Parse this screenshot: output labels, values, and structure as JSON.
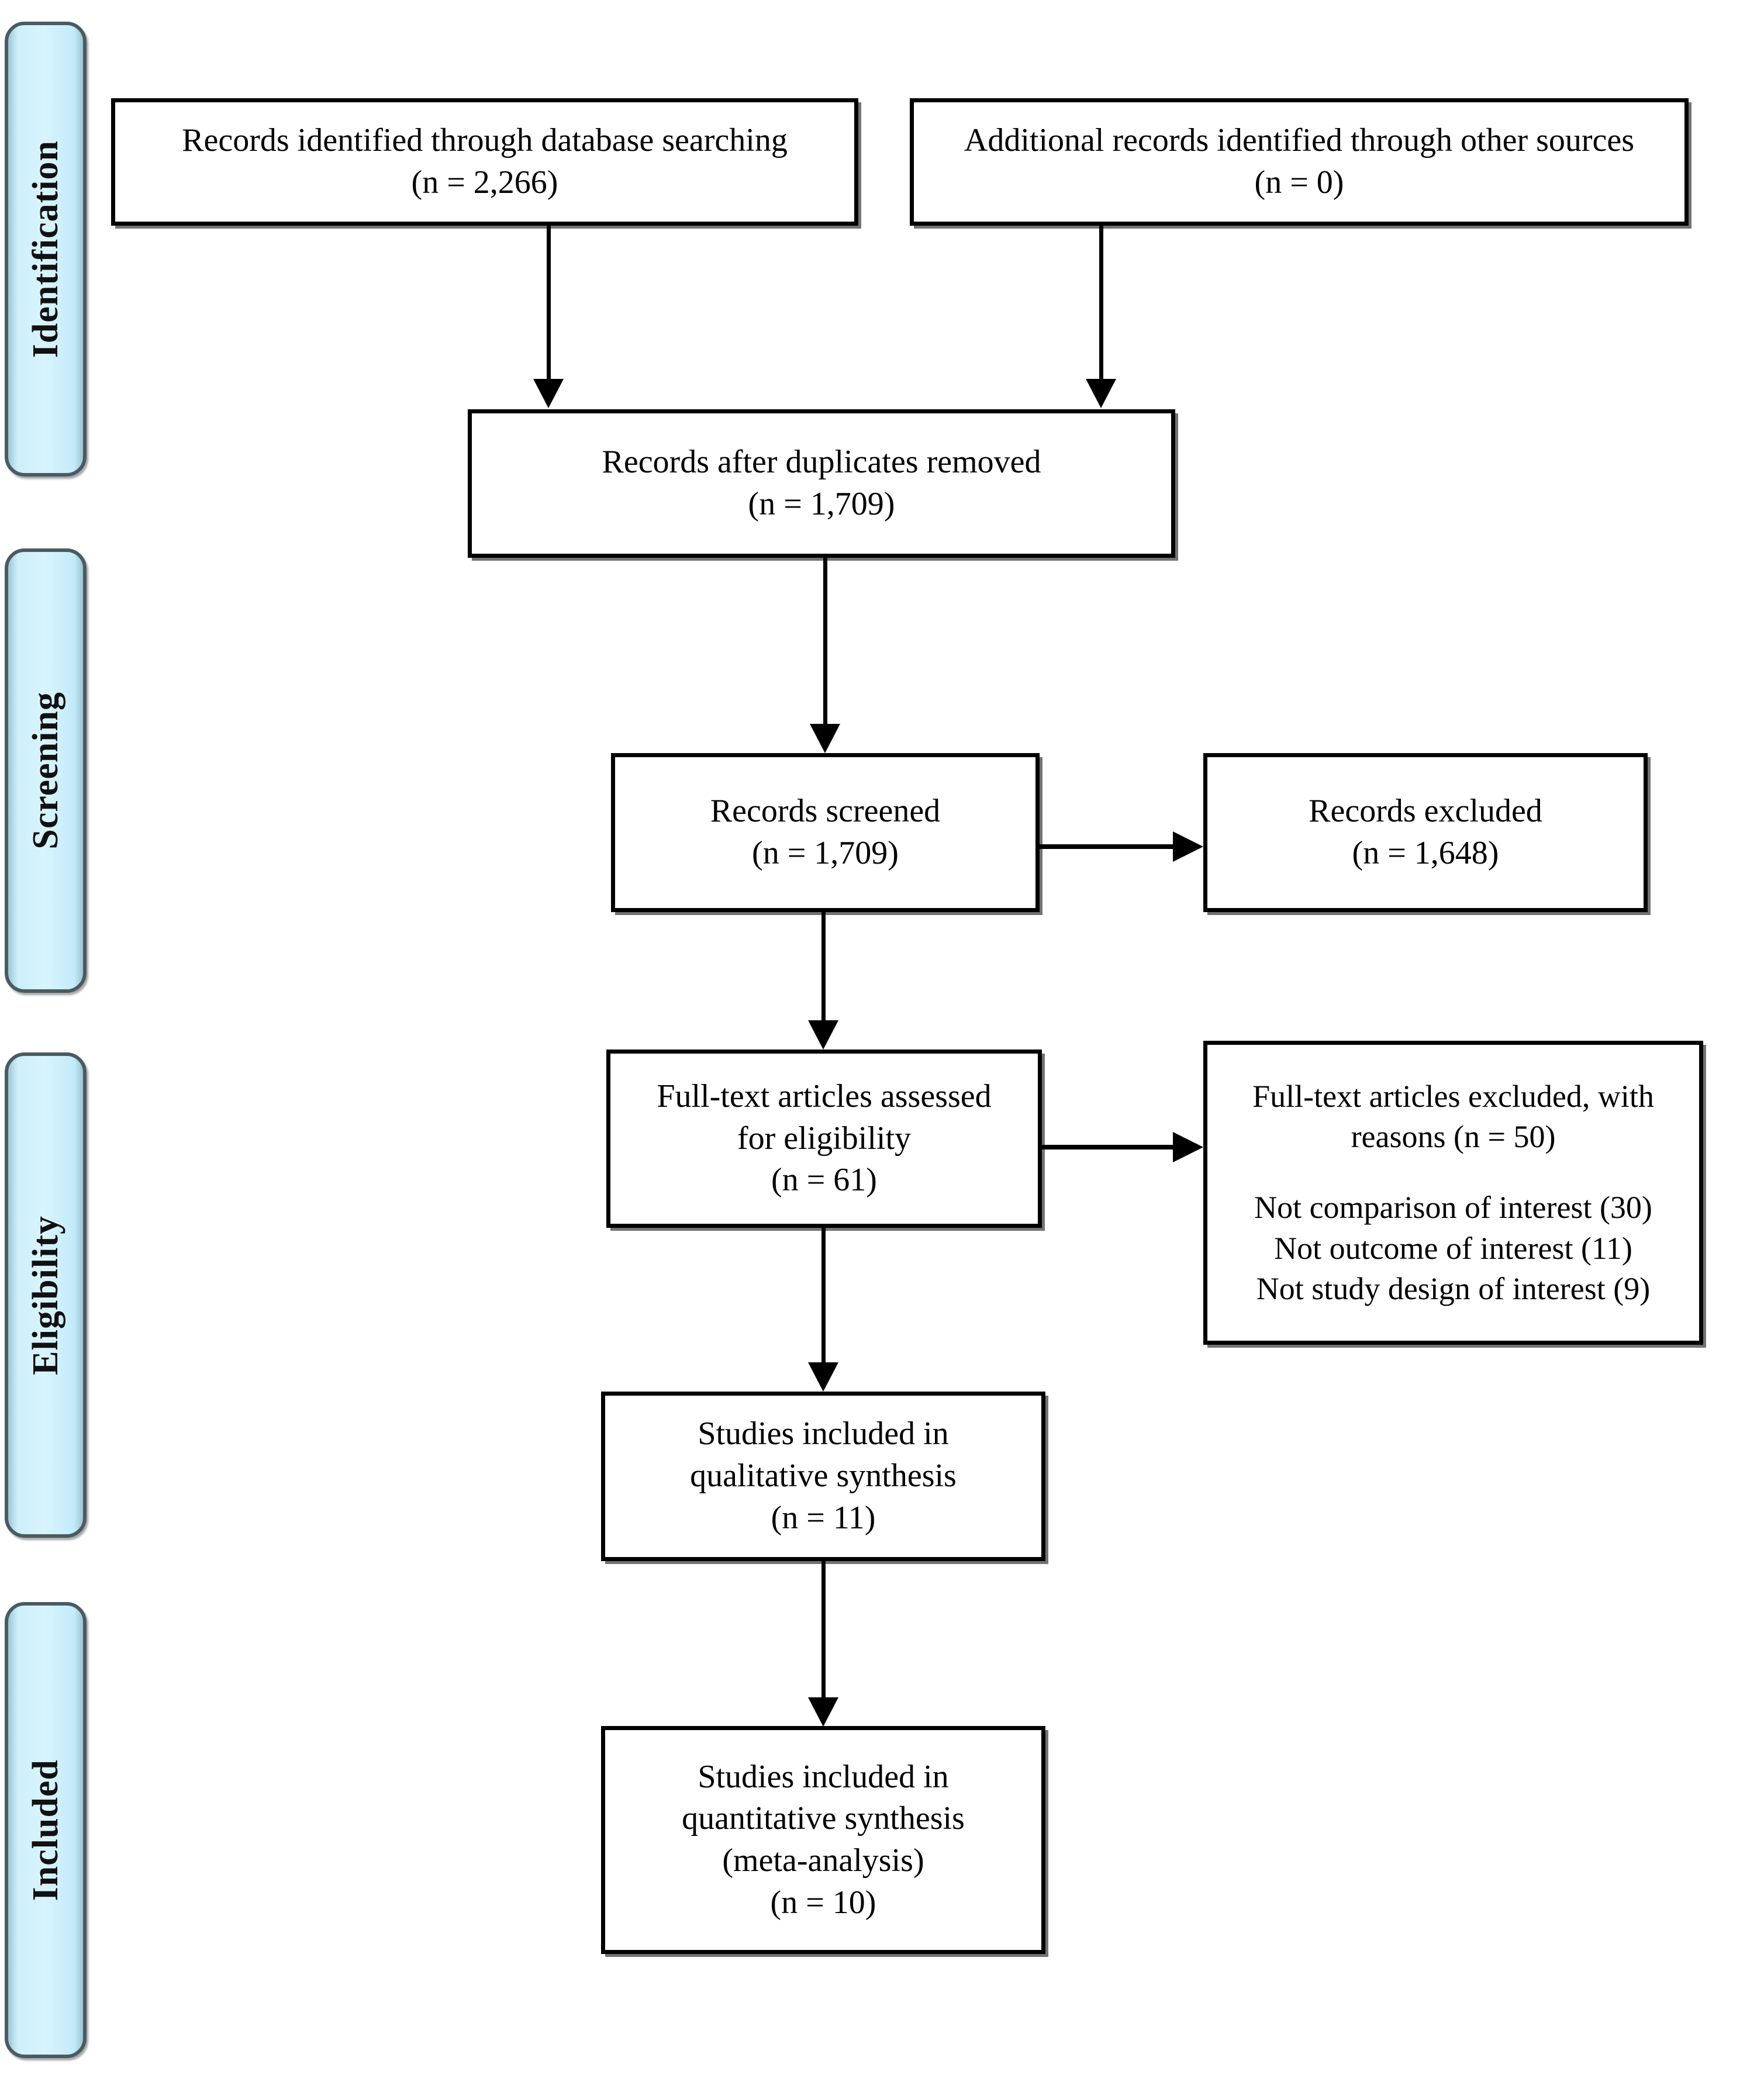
{
  "diagram": {
    "type": "prisma-flow-diagram",
    "accent_color": "#cdeffb",
    "stage_border_color": "#4a5a63",
    "box_border_color": "#000000",
    "stages": [
      {
        "id": "identification",
        "label": "Identification"
      },
      {
        "id": "screening",
        "label": "Screening"
      },
      {
        "id": "eligibility",
        "label": "Eligibility"
      },
      {
        "id": "included",
        "label": "Included"
      }
    ],
    "boxes": {
      "database_records": {
        "line1": "Records identified through database searching",
        "line2": "(n = 2,266)",
        "n": 2266
      },
      "other_records": {
        "line1": "Additional records identified through other sources",
        "line2": "(n = 0)",
        "n": 0
      },
      "duplicates_removed": {
        "line1": "Records after duplicates removed",
        "line2": "(n = 1,709)",
        "n": 1709
      },
      "records_screened": {
        "line1": "Records screened",
        "line2": "(n = 1,709)",
        "n": 1709
      },
      "records_excluded": {
        "line1": "Records excluded",
        "line2": "(n = 1,648)",
        "n": 1648
      },
      "fulltext_assessed": {
        "line1": "Full-text articles assessed",
        "line2": "for eligibility",
        "line3": "(n = 61)",
        "n": 61
      },
      "fulltext_excluded": {
        "line1": "Full-text articles excluded, with",
        "line2": "reasons (n = 50)",
        "n": 50,
        "reason1": "Not comparison of interest (30)",
        "reason2": "Not outcome of interest (11)",
        "reason3": "Not study design of interest (9)"
      },
      "qualitative_synthesis": {
        "line1": "Studies included in",
        "line2": "qualitative synthesis",
        "line3": "(n = 11)",
        "n": 11
      },
      "quantitative_synthesis": {
        "line1": "Studies included in",
        "line2": "quantitative synthesis",
        "line3": "(meta-analysis)",
        "line4": "(n = 10)",
        "n": 10
      }
    }
  }
}
